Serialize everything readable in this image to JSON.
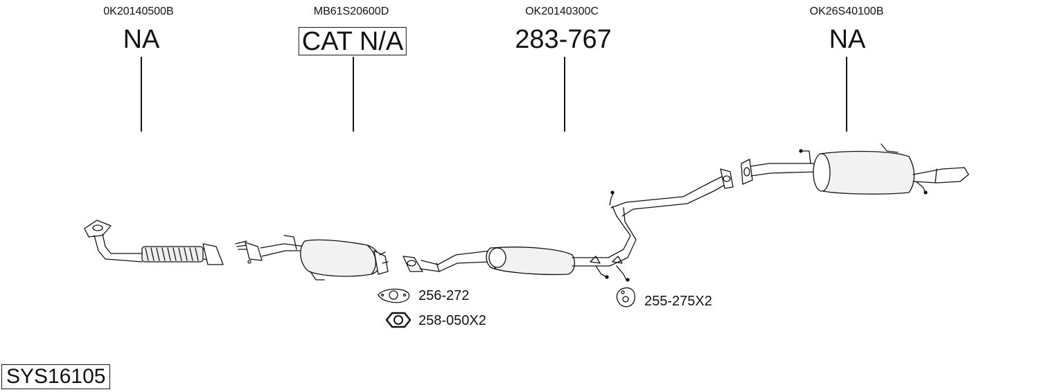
{
  "parts": [
    {
      "oe": "0K20140500B",
      "code": "NA"
    },
    {
      "oe": "MB61S20600D",
      "code": "CAT N/A"
    },
    {
      "oe": "OK20140300C",
      "code": "283-767"
    },
    {
      "oe": "OK26S40100B",
      "code": "NA"
    }
  ],
  "accessories": [
    {
      "code": "256-272",
      "icon": "gasket-icon"
    },
    {
      "code": "258-050X2",
      "icon": "nut-icon"
    },
    {
      "code": "255-275X2",
      "icon": "rubber-mount-icon"
    }
  ],
  "system_code": "SYS16105"
}
